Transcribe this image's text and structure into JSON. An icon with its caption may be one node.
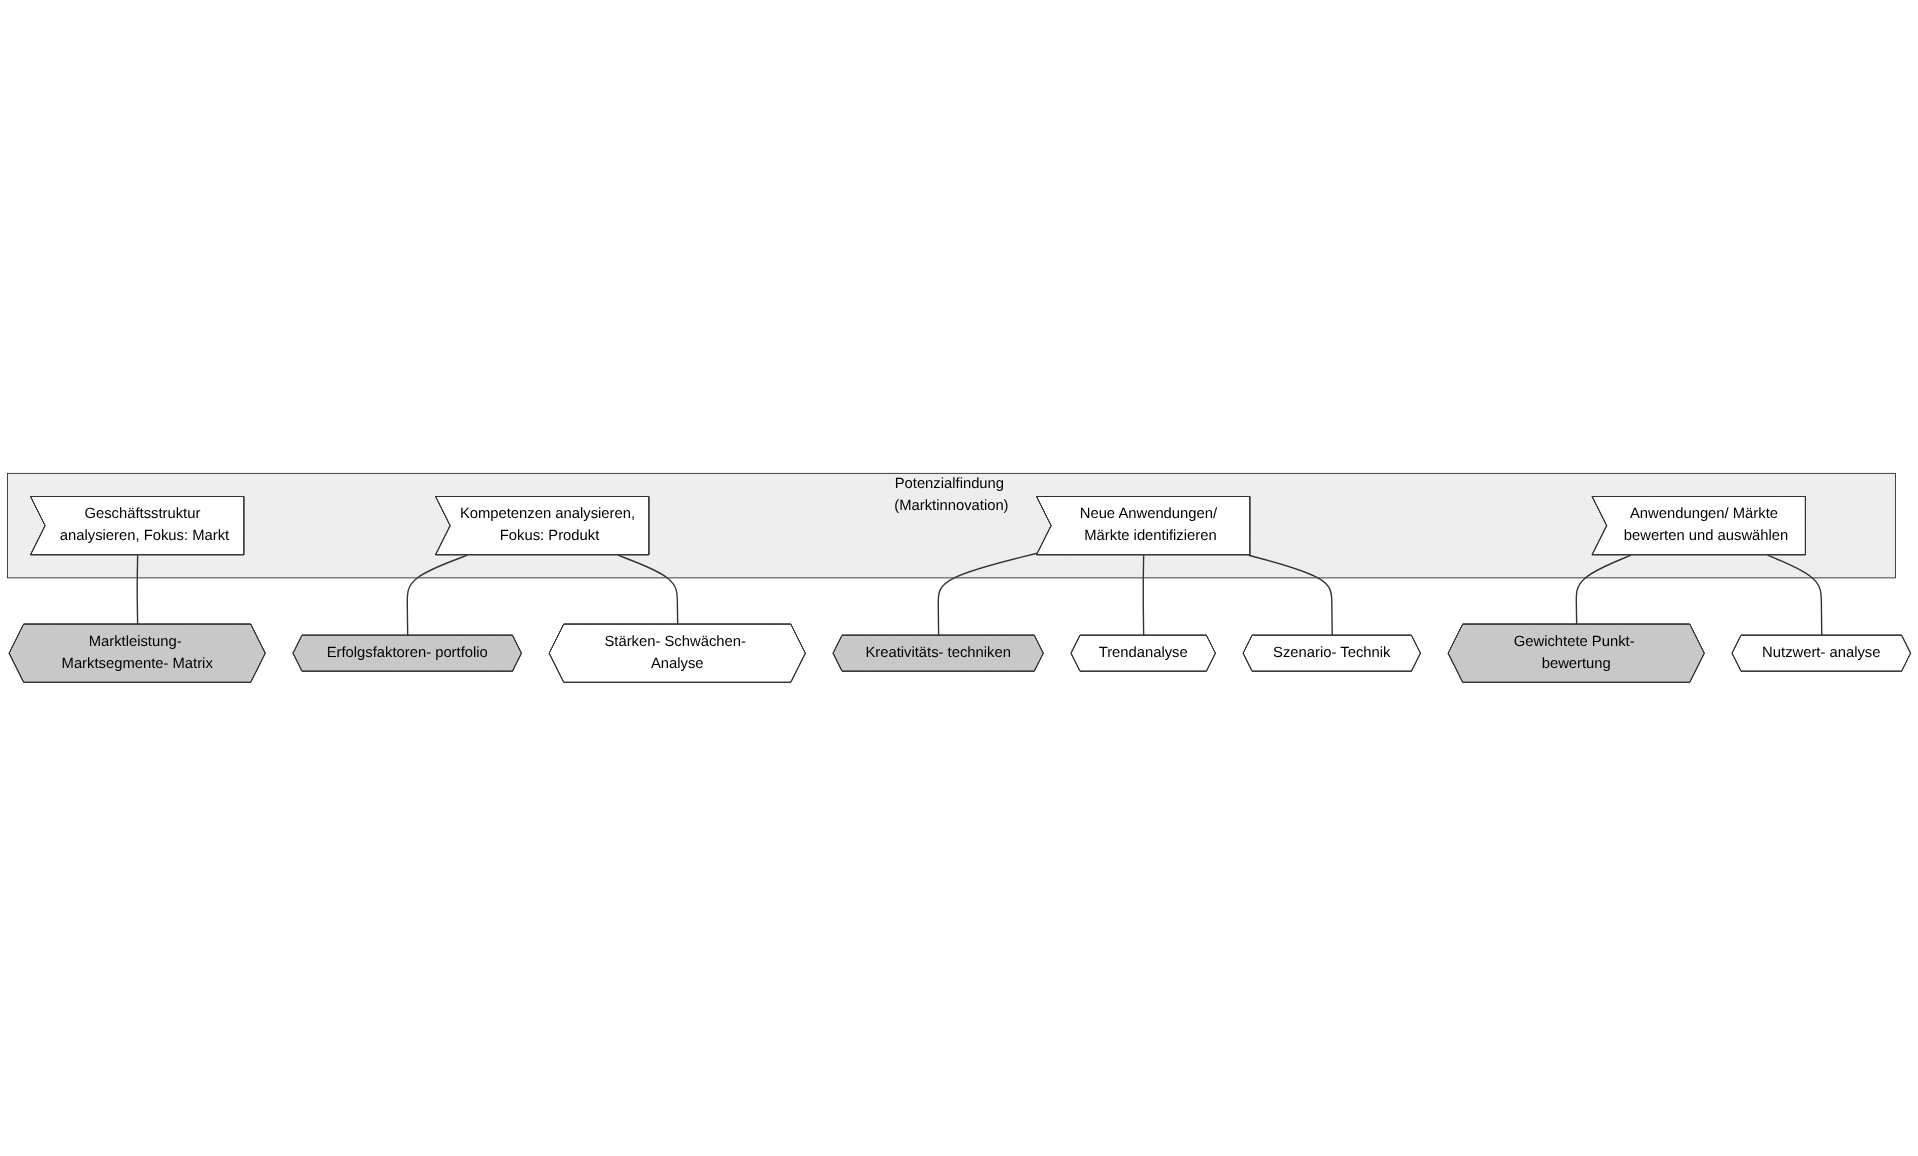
{
  "diagram": {
    "nodes": [
      {
        "text": [
          "Potenzialfindung (Marktinnovation)"
        ]
      },
      {
        "text": [
          "Geschäftsstruktur analysieren, Fokus: Markt"
        ],
        "in": 0
      },
      {
        "text": [
          "Kompetenzen analysieren, Fokus: Produkt"
        ],
        "in": 0
      },
      {
        "text": [
          "Neue Anwendungen/ Märkte identifizieren"
        ],
        "in": 0
      },
      {
        "text": [
          "Anwendungen/ Märkte bewerten und auswählen"
        ],
        "in": 0
      },
      {
        "text": [
          "Marktleistung- Marktsegmente- Matrix"
        ]
      },
      {
        "text": [
          "Erfolgsfaktoren- portfolio"
        ]
      },
      {
        "text": [
          "Kreativitäts- techniken"
        ]
      },
      {
        "text": [
          "Gewichtete Punkt- bewertung"
        ]
      },
      {
        "text": [
          "Stärken- Schwächen- Analyse"
        ]
      },
      {
        "text": [
          "Trendanalyse"
        ]
      },
      {
        "text": [
          "Nutzwert- analyse"
        ]
      },
      {
        "text": [
          "Szenario- Technik"
        ]
      }
    ],
    "edges": [
      {
        "from": 1,
        "to": 5,
        "arrow": "none"
      },
      {
        "from": 2,
        "to": 6,
        "arrow": "none"
      },
      {
        "from": 2,
        "to": 9,
        "arrow": "none"
      },
      {
        "from": 3,
        "to": 7,
        "arrow": "none"
      },
      {
        "from": 3,
        "to": 10,
        "arrow": "none"
      },
      {
        "from": 3,
        "to": 12,
        "arrow": "none"
      },
      {
        "from": 4,
        "to": 8,
        "arrow": "none"
      },
      {
        "from": 4,
        "to": 11,
        "arrow": "none"
      }
    ]
  }
}
